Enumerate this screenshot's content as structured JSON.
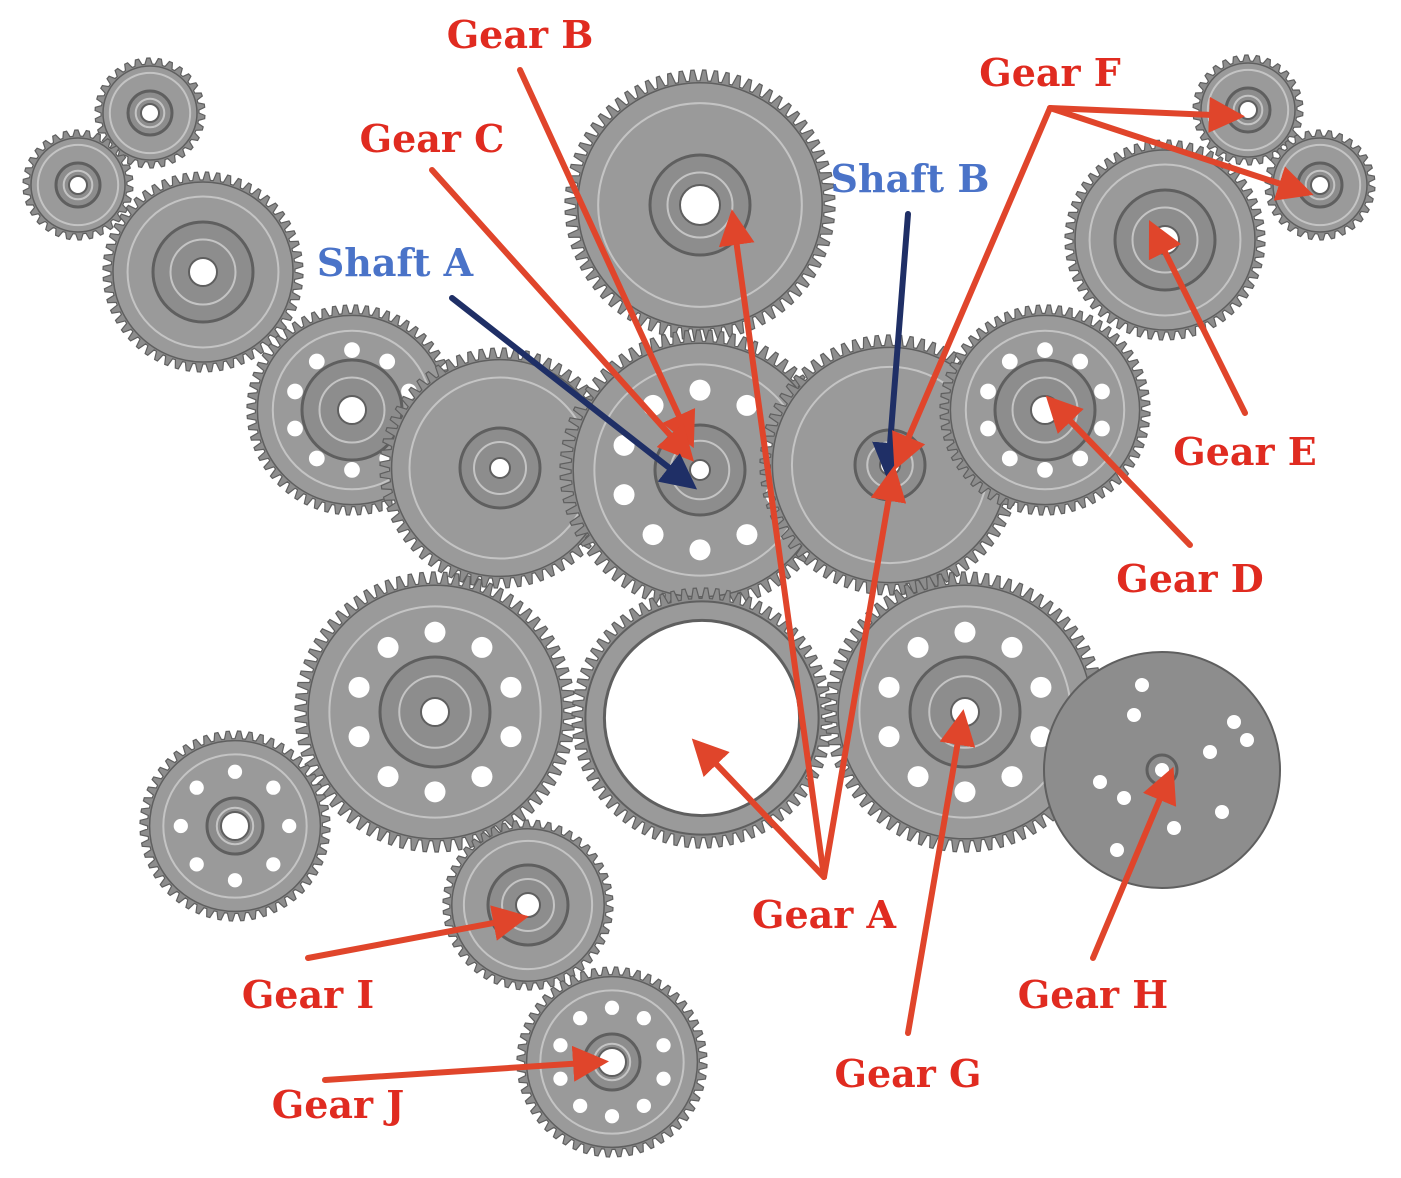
{
  "colors": {
    "background": "#ffffff",
    "gear_fill": "#8d8d8d",
    "gear_body": "#9a9a9a",
    "gear_dark": "#5f5f5f",
    "gear_light": "#c4c4c4",
    "hole": "#ffffff",
    "red_label": "#e02b20",
    "red_arrow": "#e0452b",
    "blue_label": "#4a73c8",
    "navy_arrow": "#1f2f66"
  },
  "labels": {
    "gear_a": "Gear A",
    "gear_b": "Gear B",
    "gear_c": "Gear C",
    "gear_d": "Gear D",
    "gear_e": "Gear E",
    "gear_f": "Gear F",
    "gear_g": "Gear G",
    "gear_h": "Gear H",
    "gear_i": "Gear I",
    "gear_j": "Gear J",
    "shaft_a": "Shaft A",
    "shaft_b": "Shaft B"
  },
  "icons": [
    "spur-gear-icon",
    "ring-gear-icon",
    "disc-plate-icon",
    "arrow-icon"
  ]
}
